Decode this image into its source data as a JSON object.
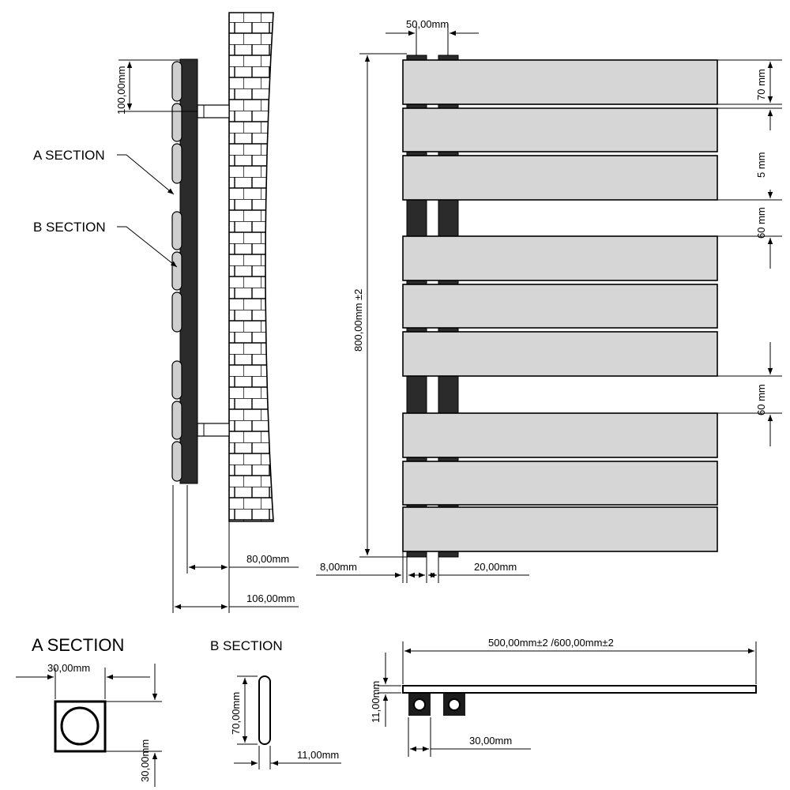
{
  "side_view": {
    "dim_top": "100,00mm",
    "label_a": "A SECTION",
    "label_b": "B SECTION",
    "dim_wall": "80,00mm",
    "dim_total": "106,00mm"
  },
  "front_view": {
    "dim_post_spacing": "50,00mm",
    "dim_height": "800,00mm ±2",
    "dim_bar": "70 mm",
    "dim_bar_gap": "5 mm",
    "dim_gap_upper": "60 mm",
    "dim_gap_lower": "60 mm",
    "dim_post_left": "8,00mm",
    "dim_post_right": "20,00mm"
  },
  "section_a": {
    "title": "A SECTION",
    "dim_width": "30,00mm",
    "dim_height": "30,00mm"
  },
  "section_b": {
    "title": "B SECTION",
    "dim_height": "70,00mm",
    "dim_width": "11,00mm"
  },
  "top_view": {
    "dim_length": "500,00mm±2 /600,00mm±2",
    "dim_thickness": "11,00mm",
    "dim_post": "30,00mm"
  }
}
